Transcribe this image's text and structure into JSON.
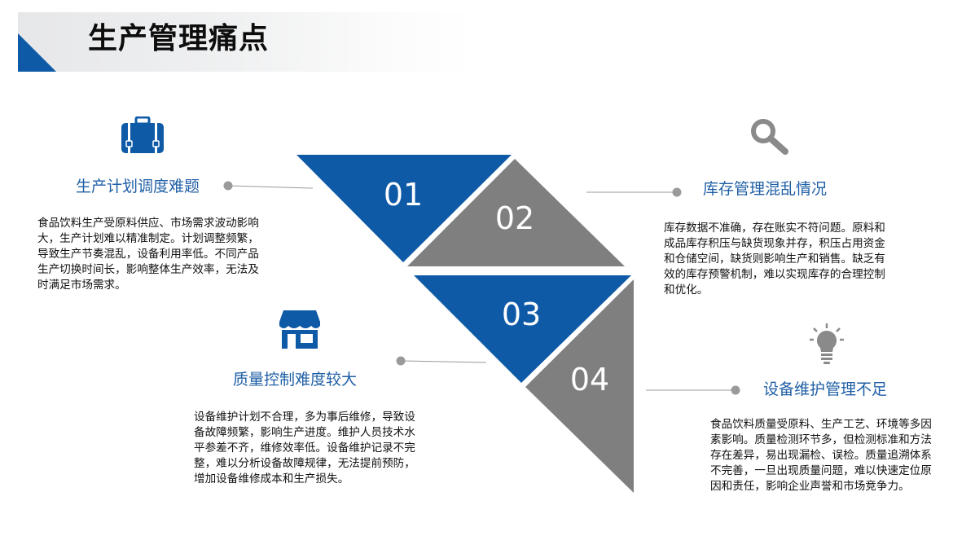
{
  "page": {
    "title": "生产管理痛点"
  },
  "colors": {
    "blue": "#0e5aa7",
    "gray": "#7f7f7f",
    "heading": "#1f5fa6",
    "icon_gray": "#8a8a8a"
  },
  "triangles": [
    {
      "number": "01",
      "color": "blue"
    },
    {
      "number": "02",
      "color": "gray"
    },
    {
      "number": "03",
      "color": "blue"
    },
    {
      "number": "04",
      "color": "gray"
    }
  ],
  "sections": {
    "s1": {
      "heading": "生产计划调度难题",
      "icon": "briefcase-icon",
      "text": "食品饮料生产受原料供应、市场需求波动影响大，生产计划难以精准制定。计划调整频繁，导致生产节奏混乱，设备利用率低。不同产品生产切换时间长，影响整体生产效率，无法及时满足市场需求。"
    },
    "s2": {
      "heading": "库存管理混乱情况",
      "icon": "magnifier-icon",
      "text": "库存数据不准确，存在账实不符问题。原料和成品库存积压与缺货现象并存，积压占用资金和仓储空间，缺货则影响生产和销售。缺乏有效的库存预警机制，难以实现库存的合理控制和优化。"
    },
    "s3": {
      "heading": "质量控制难度较大",
      "icon": "store-icon",
      "text": "设备维护计划不合理，多为事后维修，导致设备故障频繁，影响生产进度。维护人员技术水平参差不齐，维修效率低。设备维护记录不完整，难以分析设备故障规律，无法提前预防，增加设备维修成本和生产损失。"
    },
    "s4": {
      "heading": "设备维护管理不足",
      "icon": "lightbulb-icon",
      "text": "食品饮料质量受原料、生产工艺、环境等多因素影响。质量检测环节多，但检测标准和方法存在差异，易出现漏检、误检。质量追溯体系不完善，一旦出现质量问题，难以快速定位原因和责任，影响企业声誉和市场竞争力。"
    }
  }
}
